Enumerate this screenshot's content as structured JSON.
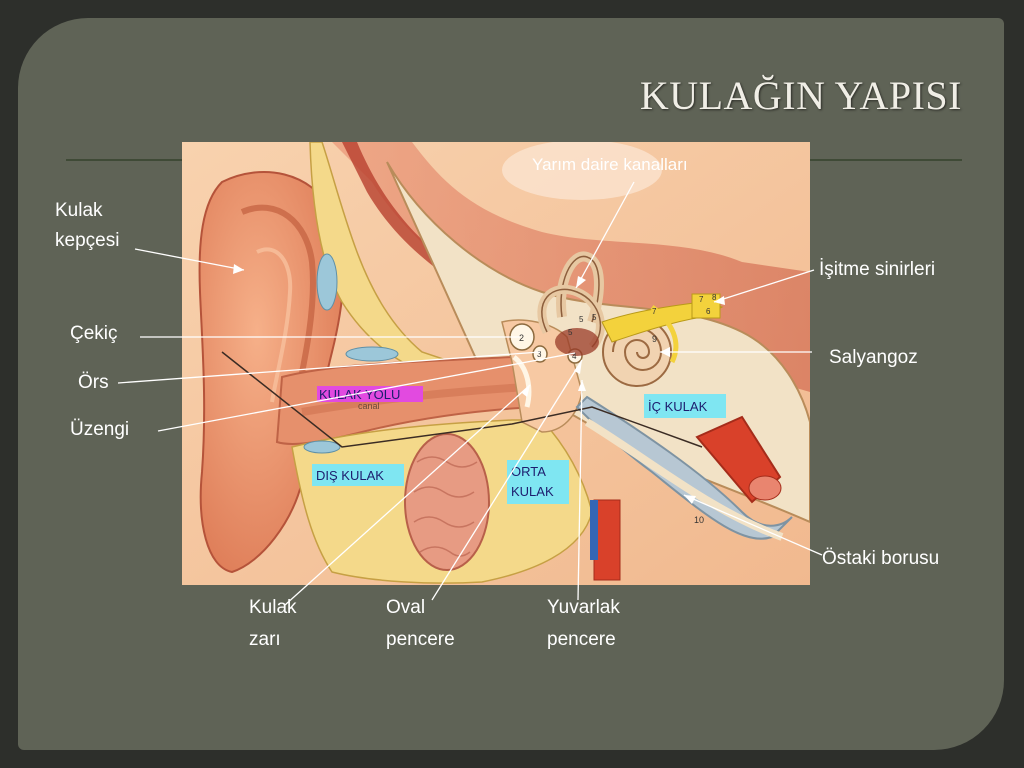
{
  "title": "KULAĞIN YAPISI",
  "figure": {
    "inner_labels": {
      "semicircular": "Yarım daire kanalları",
      "ear_canal": "KULAK YOLU",
      "ear_canal_sub": "canal",
      "outer_ear": "DIŞ KULAK",
      "middle_ear": "ORTA\nKULAK",
      "inner_ear": "İÇ KULAK",
      "nums": [
        "2",
        "3",
        "4",
        "5",
        "5",
        "5",
        "6",
        "7",
        "7",
        "8",
        "9",
        "10"
      ]
    }
  },
  "labels": {
    "pinna": "Kulak\n kepçesi",
    "malleus": "Çekiç",
    "incus": "Örs",
    "stapes": "Üzengi",
    "eardrum": "Kulak\nzarı",
    "oval_window": "Oval\npencere",
    "round_window": "Yuvarlak\n pencere",
    "auditory_nerve": "İşitme sinirleri",
    "cochlea": "Salyangoz",
    "eustachian": "Östaki borusu"
  },
  "colors": {
    "background": "#5f6356",
    "frame": "#2d2f2b",
    "label_text": "#ffffff",
    "figure_bg": "#f4c49f",
    "cyan_tag": "#7fe6f2",
    "magenta_tag": "#e24ae0"
  }
}
